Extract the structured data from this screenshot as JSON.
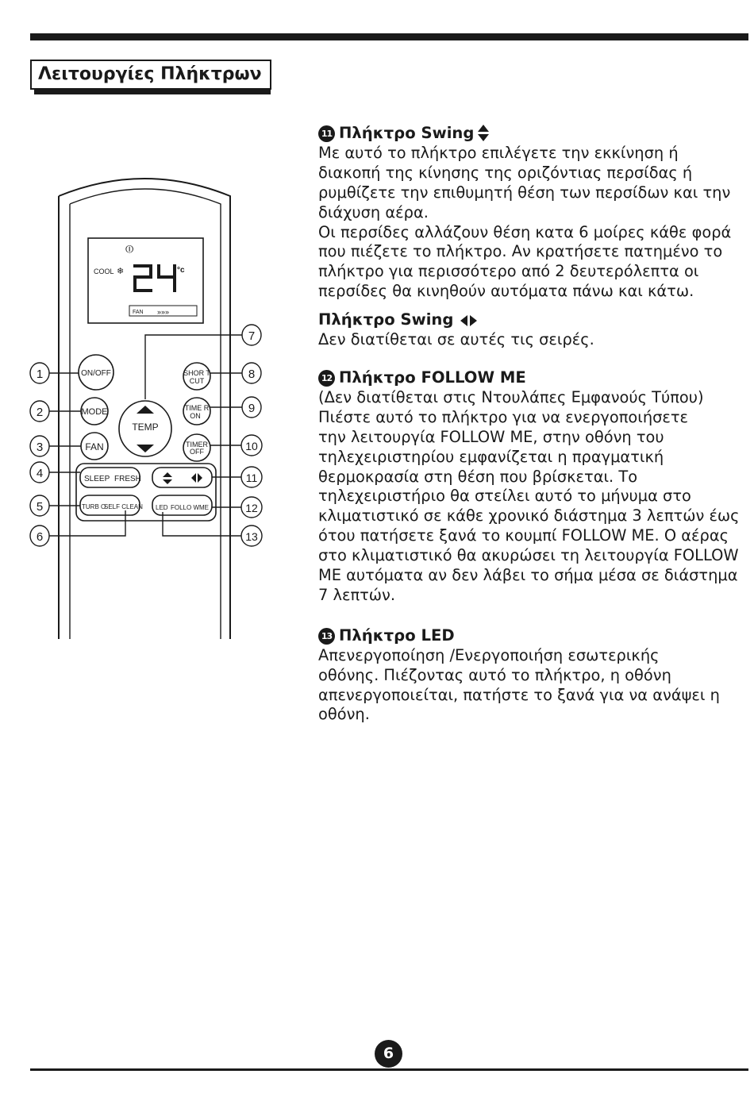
{
  "section_title": "Λειτουργίες Πλήκτρων",
  "remote": {
    "display": {
      "power_symbol": "⏼",
      "mode": "COOL",
      "mode_icon": "snowflake-icon",
      "temperature": "24",
      "unit": "°c",
      "fan_label": "FAN",
      "fan_bars": "»»»"
    },
    "buttons": {
      "on_off": "ON/OFF",
      "mode": "MODE",
      "fan": "FAN",
      "temp": "TEMP",
      "short_cut": [
        "SHOR T",
        "CUT"
      ],
      "timer_on": [
        "TIME R",
        "ON"
      ],
      "timer_off": [
        "TIMER",
        "OFF"
      ],
      "sleep": "SLEEP",
      "fresh": "FRESH",
      "turbo": "TURB O",
      "self_clean": "SELF CLEAN",
      "led": "LED",
      "follow_me": "FOLLO WME"
    },
    "callouts": [
      "1",
      "2",
      "3",
      "4",
      "5",
      "6",
      "7",
      "8",
      "9",
      "10",
      "11",
      "12",
      "13"
    ]
  },
  "sections": {
    "s11": {
      "number": "⓫",
      "title": "Πλήκτρο Swing",
      "icon": "vertical-swing-icon",
      "lines": [
        "Με αυτό το πλήκτρο επιλέγετε την εκκίνηση ή",
        "διακοπή της κίνησης της οριζόντιας περσίδας ή",
        "ρυμθίζετε την επιθυμητή θέση των περσίδων και την",
        "διάχυση αέρα.",
        "Οι περσίδες αλλάζουν θέση κατα 6 μοίρες κάθε φορά",
        "που πιέζετε το πλήκτρο. Αν κρατήσετε πατημένο το",
        "πλήκτρο για περισσότερο από 2 δευτερόλεπτα οι",
        "περσίδες θα κινηθούν αυτόματα πάνω και κάτω."
      ]
    },
    "swing_h": {
      "title": "Πλήκτρο Swing",
      "icon": "horizontal-swing-icon",
      "lines": [
        "Δεν διατίθεται σε αυτές τις σειρές."
      ]
    },
    "s12": {
      "number": "⓬",
      "title": "Πλήκτρο FOLLOW ME",
      "lines": [
        "(Δεν διατίθεται στις Ντουλάπες Εμφανούς Τύπου)",
        "Πιέστε αυτό το πλήκτρο για να ενεργοποιήσετε",
        "την λειτουργία FOLLOW ME, στην οθόνη του",
        "τηλεχειριστηρίου εμφανίζεται η πραγματική",
        "θερμοκρασία στη θέση που βρίσκεται. Το",
        "τηλεχειριστήριο θα στείλει αυτό το μήνυμα στο",
        "κλιματιστικό σε κάθε χρονικό διάστημα 3 λεπτών έως",
        "ότου πατήσετε ξανά το κουμπί FOLLOW ME. Ο αέρας",
        "στο κλιματιστικό θα ακυρώσει τη λειτουργία FOLLOW",
        "ME αυτόματα αν δεν λάβει το σήμα μέσα σε διάστημα",
        "7 λεπτών."
      ]
    },
    "s13": {
      "number": "⓭",
      "title": "Πλήκτρο LED",
      "lines": [
        "Απενεργοποίηση /Ενεργοποιήση εσωτερικής",
        "οθόνης. Πιέζοντας αυτό το πλήκτρο, η οθόνη",
        "απενεργοποιείται, πατήστε το ξανά για να ανάψει η",
        "οθόνη."
      ]
    }
  },
  "page_number": "6"
}
